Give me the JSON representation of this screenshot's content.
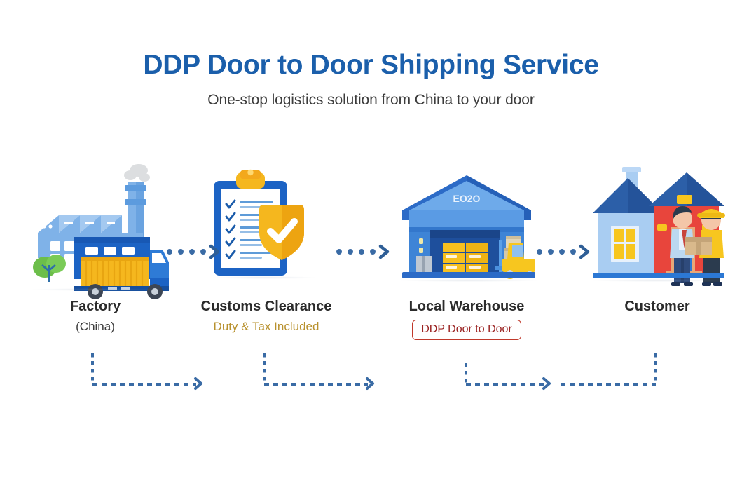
{
  "header": {
    "title": "DDP Door to Door Shipping Service",
    "subtitle": "One-stop logistics solution from China to your door",
    "title_color": "#1B5FAB",
    "subtitle_color": "#3c3c3c"
  },
  "steps": [
    {
      "id": "factory",
      "label": "Factory",
      "sublabel": "(China)",
      "sublabel_color": "#3c3c3c",
      "icon": "factory-truck-icon"
    },
    {
      "id": "customs",
      "label": "Customs Clearance",
      "sublabel": "Duty & Tax Included",
      "sublabel_color": "#B8912E",
      "icon": "clipboard-shield-icon"
    },
    {
      "id": "warehouse",
      "label": "Local Warehouse",
      "badge": "DDP Door to Door",
      "badge_border_color": "#C0392B",
      "badge_text_color": "#9B2423",
      "building_sign": "EO2O",
      "icon": "warehouse-forklift-icon"
    },
    {
      "id": "customer",
      "label": "Customer",
      "icon": "house-delivery-icon"
    }
  ],
  "arrows": {
    "dot_count": 4,
    "color": "#3A6BA5"
  },
  "connectors": {
    "color": "#3A6BA5",
    "count": 4
  },
  "palette": {
    "brand_blue": "#1B5FAB",
    "accent_gold": "#F5B71E",
    "accent_red": "#E8453C",
    "light_blue": "#7FB2E8",
    "dark_blue": "#1C63C4",
    "arrow_blue": "#3A6BA5",
    "background": "#FFFFFF"
  }
}
